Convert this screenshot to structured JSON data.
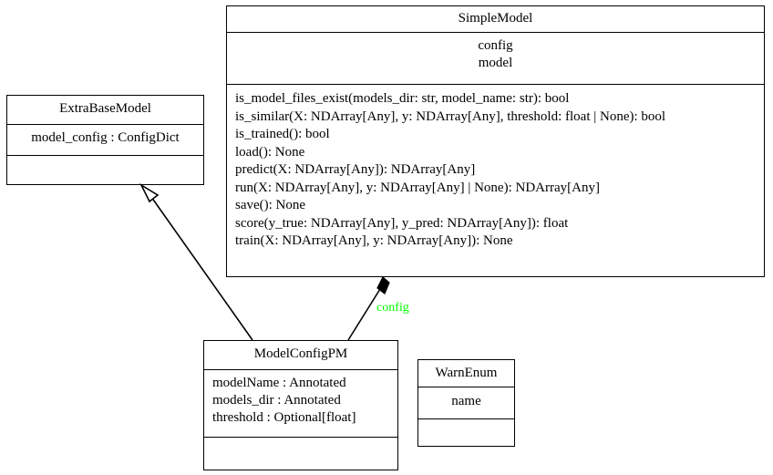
{
  "diagram": {
    "type": "uml-class-diagram",
    "background_color": "#ffffff",
    "stroke_color": "#000000",
    "label_color": "#00ff00"
  },
  "classes": {
    "simple_model": {
      "name": "SimpleModel",
      "attributes": [
        "config",
        "model"
      ],
      "methods": [
        "is_model_files_exist(models_dir: str, model_name: str): bool",
        "is_similar(X: NDArray[Any], y: NDArray[Any], threshold: float | None): bool",
        "is_trained(): bool",
        "load(): None",
        "predict(X: NDArray[Any]): NDArray[Any]",
        "run(X: NDArray[Any], y: NDArray[Any] | None): NDArray[Any]",
        "save(): None",
        "score(y_true: NDArray[Any], y_pred: NDArray[Any]): float",
        "train(X: NDArray[Any], y: NDArray[Any]): None"
      ]
    },
    "extra_base_model": {
      "name": "ExtraBaseModel",
      "attributes": [
        "model_config : ConfigDict"
      ],
      "methods": []
    },
    "model_config_pm": {
      "name": "ModelConfigPM",
      "attributes": [
        "modelName : Annotated",
        "models_dir : Annotated",
        "threshold : Optional[float]"
      ],
      "methods": []
    },
    "warn_enum": {
      "name": "WarnEnum",
      "attributes": [
        "name"
      ],
      "methods": []
    }
  },
  "relations": {
    "inheritance": {
      "kind": "generalization",
      "from": "ModelConfigPM",
      "to": "ExtraBaseModel",
      "label": ""
    },
    "composition": {
      "kind": "composition",
      "from": "SimpleModel",
      "to": "ModelConfigPM",
      "label": "config"
    }
  }
}
